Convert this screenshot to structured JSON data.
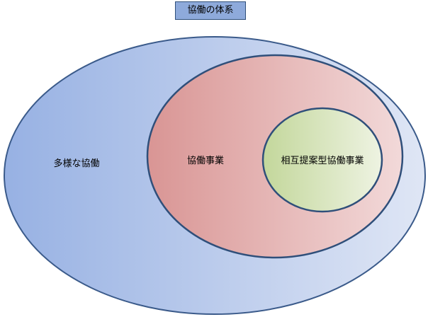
{
  "title": "協働の体系",
  "colors": {
    "title_fill": "#8eaadb",
    "outer_fill_start": "#97b1e3",
    "outer_fill_end": "#dfe6f5",
    "outer_stroke": "#3a5a8a",
    "middle_fill_start": "#d99594",
    "middle_fill_end": "#f2d9d9",
    "middle_stroke": "#2f4f7a",
    "inner_fill_start": "#c3d79b",
    "inner_fill_end": "#eef3e2",
    "inner_stroke": "#2f4f7a"
  },
  "levels": {
    "outer": {
      "label": "多様な協働"
    },
    "middle": {
      "label": "協働事業"
    },
    "inner": {
      "label": "相互提案型協働事業"
    }
  }
}
